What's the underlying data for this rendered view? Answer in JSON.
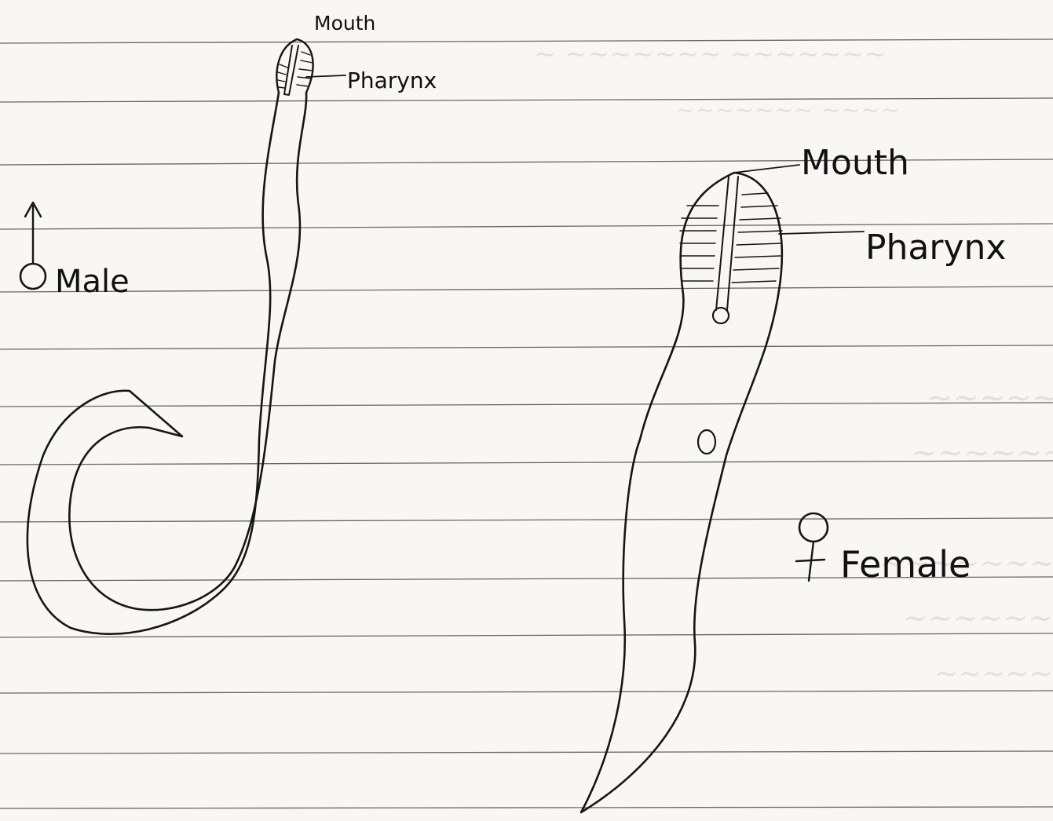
{
  "diagram": {
    "male": {
      "symbol_name": "male-symbol-icon",
      "label": "Male",
      "mouth_label": "Mouth",
      "pharynx_label": "Pharynx"
    },
    "female": {
      "symbol_name": "female-symbol-icon",
      "label": "Female",
      "mouth_label": "Mouth",
      "pharynx_label": "Pharynx"
    }
  },
  "colors": {
    "ink": "#161616",
    "paper": "#f8f7f4",
    "rule_lines": "#2f2f35"
  }
}
